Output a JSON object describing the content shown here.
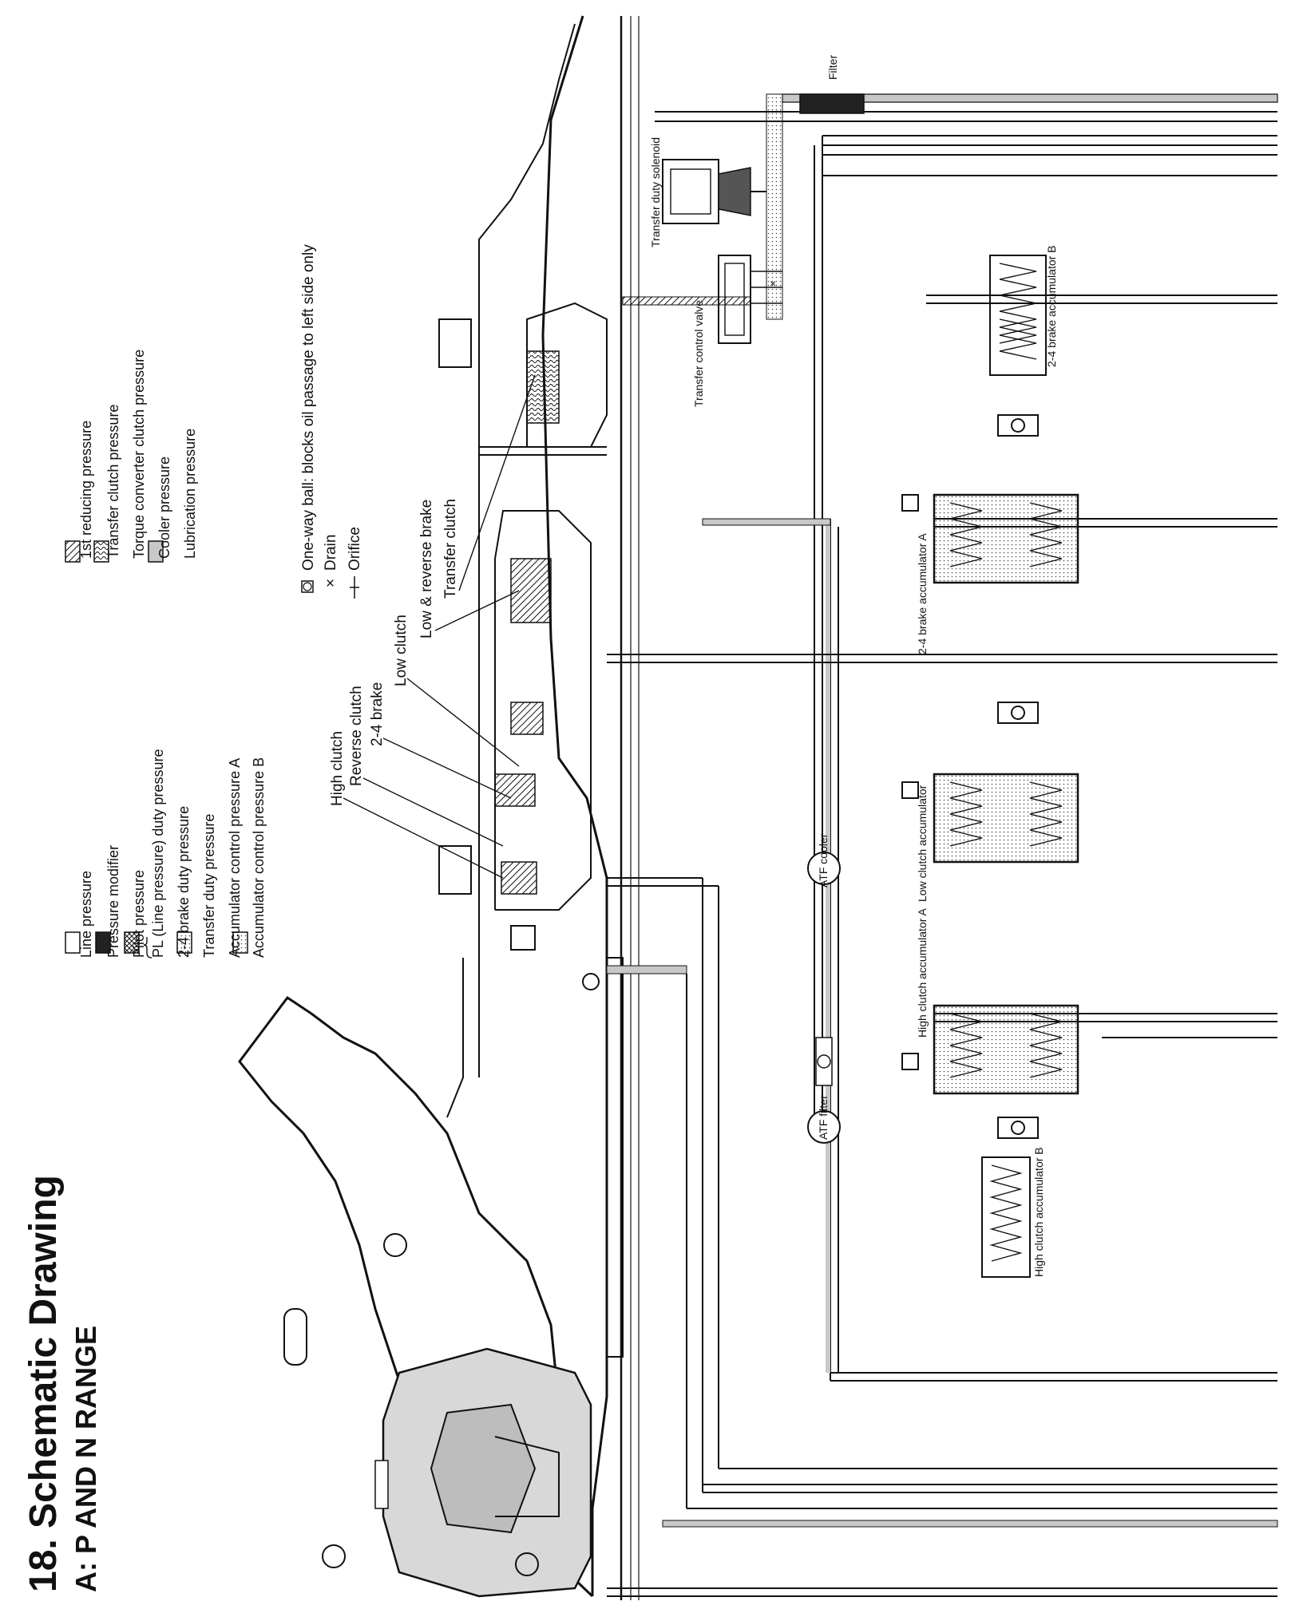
{
  "page": {
    "title": "18. Schematic Drawing",
    "subtitle": "A: P AND N RANGE"
  },
  "legend": {
    "left": [
      {
        "label": "Line pressure",
        "swatch": "white"
      },
      {
        "label": "Pressure modifier",
        "swatch": "dark"
      },
      {
        "label": "Pilot pressure",
        "swatch": "cross"
      },
      {
        "label": "PL (Line pressure) duty pressure",
        "swatch": "dots"
      },
      {
        "label": "2-4 brake duty pressure",
        "swatch": "dots"
      },
      {
        "label": "Transfer duty pressure",
        "swatch": "dots"
      },
      {
        "label": "Accumulator control pressure A",
        "swatch": "grey"
      },
      {
        "label": "Accumulator control pressure B",
        "swatch": "grey"
      }
    ],
    "right": [
      {
        "label": "1st reducing pressure",
        "swatch": "hatch"
      },
      {
        "label": "Transfer clutch pressure",
        "swatch": "wave"
      },
      {
        "label": "Torque converter clutch pressure",
        "swatch": "grey"
      },
      {
        "label": "Cooler pressure",
        "swatch": "grey"
      },
      {
        "label": "Lubrication pressure",
        "swatch": "grey"
      }
    ],
    "symbols": [
      {
        "label": "One-way ball: blocks oil passage to left side only"
      },
      {
        "label": "Drain"
      },
      {
        "label": "Orifice"
      }
    ]
  },
  "components": {
    "clutches": [
      "High clutch",
      "Reverse clutch",
      "2-4 brake",
      "Low clutch",
      "Low & reverse brake",
      "Transfer clutch"
    ],
    "filter": "Filter",
    "transfer_duty_solenoid": "Transfer duty solenoid",
    "transfer_control_valve": "Transfer control valve",
    "brake_24_accumulator_b": "2-4 brake accumulator B",
    "brake_24_accumulator_a": "2-4 brake accumulator A",
    "low_clutch_accumulator": "Low clutch accumulator",
    "high_clutch_accumulator_a": "High clutch accumulator A",
    "high_clutch_accumulator_b": "High clutch accumulator B",
    "atf_cooler": "ATF cooler",
    "atf_filter": "ATF filter"
  }
}
